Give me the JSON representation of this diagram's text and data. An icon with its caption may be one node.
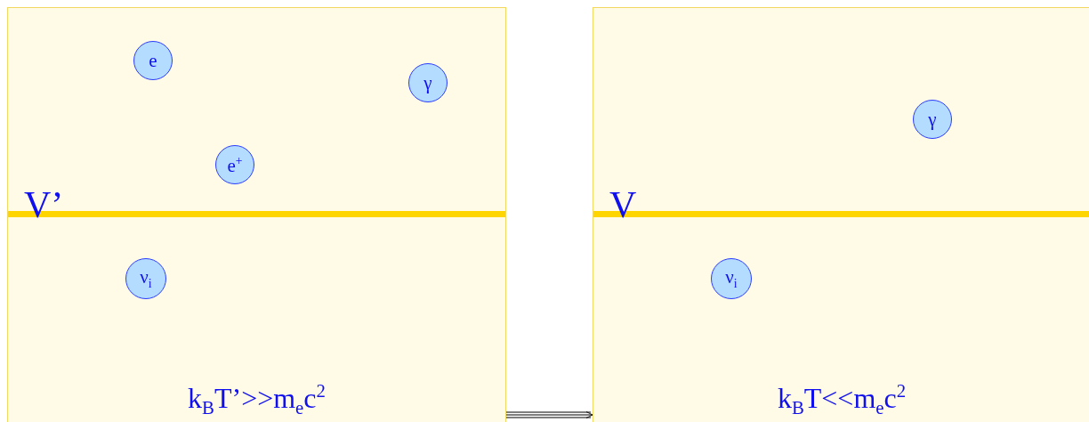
{
  "diagram": {
    "nodes": [
      {
        "text": [
          "V’",
          "k$_{B}$T’>>m$_{e}$c$^{2}$"
        ]
      },
      {
        "text": [
          "e"
        ],
        "in": 0
      },
      {
        "text": [
          "γ"
        ],
        "in": 0
      },
      {
        "text": [
          "e$^{+}$"
        ],
        "in": 0
      },
      {
        "text": [
          "ν$_{i}$"
        ],
        "in": 0
      },
      {
        "text": [
          "V",
          "k$_{B}$T<<m$_{e}$c$^{2}$"
        ]
      },
      {
        "text": [
          "γ"
        ],
        "in": 5
      },
      {
        "text": [
          "ν$_{i}$"
        ],
        "in": 5
      }
    ],
    "edges": [
      {
        "from": 0,
        "to": 5,
        "arrow": "to"
      }
    ]
  }
}
